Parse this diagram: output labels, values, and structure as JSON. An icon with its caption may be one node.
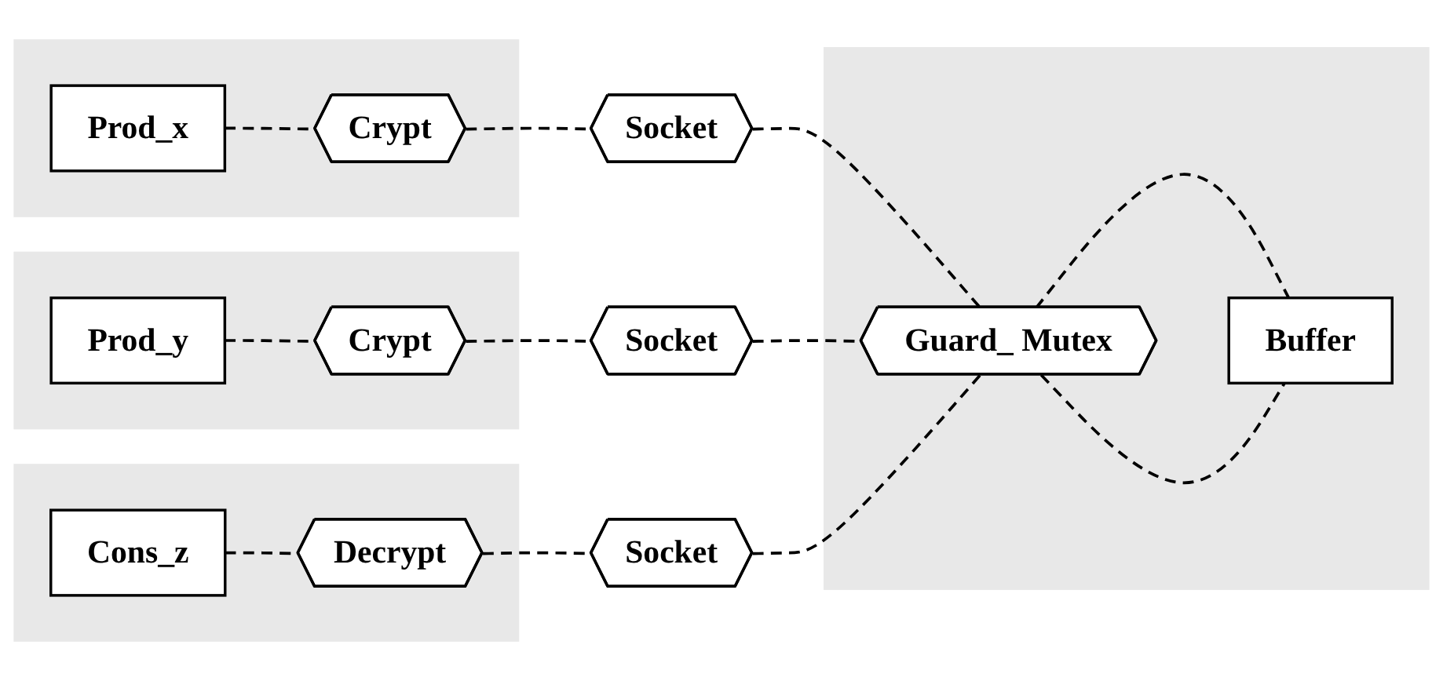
{
  "diagram": {
    "nodes": [
      {
        "text": [],
        "shape": "band"
      },
      {
        "text": [
          "Prod_x"
        ],
        "in": 0
      },
      {
        "text": [
          "Crypt"
        ],
        "in": 0
      },
      {
        "text": [
          "Socket"
        ]
      },
      {
        "text": [],
        "shape": "band"
      },
      {
        "text": [
          "Prod_y"
        ],
        "in": 4
      },
      {
        "text": [
          "Crypt"
        ],
        "in": 4
      },
      {
        "text": [
          "Socket"
        ]
      },
      {
        "text": [],
        "shape": "band"
      },
      {
        "text": [
          "Cons_z"
        ],
        "in": 8
      },
      {
        "text": [
          "Decrypt"
        ],
        "in": 8
      },
      {
        "text": [
          "Socket"
        ]
      },
      {
        "text": [],
        "shape": "band"
      },
      {
        "text": [
          "Guard_ Mutex"
        ],
        "in": 12
      },
      {
        "text": [
          "Buffer"
        ],
        "in": 12
      }
    ],
    "edges": [
      {
        "from": 1,
        "to": 2,
        "arrow": "none",
        "style": "dashed"
      },
      {
        "from": 2,
        "to": 3,
        "arrow": "none",
        "style": "dashed"
      },
      {
        "from": 5,
        "to": 6,
        "arrow": "none",
        "style": "dashed"
      },
      {
        "from": 6,
        "to": 7,
        "arrow": "none",
        "style": "dashed"
      },
      {
        "from": 9,
        "to": 10,
        "arrow": "none",
        "style": "dashed"
      },
      {
        "from": 10,
        "to": 11,
        "arrow": "none",
        "style": "dashed"
      },
      {
        "from": 3,
        "to": 13,
        "arrow": "none",
        "style": "dashed"
      },
      {
        "from": 7,
        "to": 13,
        "arrow": "none",
        "style": "dashed"
      },
      {
        "from": 11,
        "to": 13,
        "arrow": "none",
        "style": "dashed"
      },
      {
        "from": 13,
        "to": 14,
        "arrow": "none",
        "style": "dashed"
      },
      {
        "from": 13,
        "to": 14,
        "arrow": "none",
        "style": "dashed"
      }
    ]
  }
}
